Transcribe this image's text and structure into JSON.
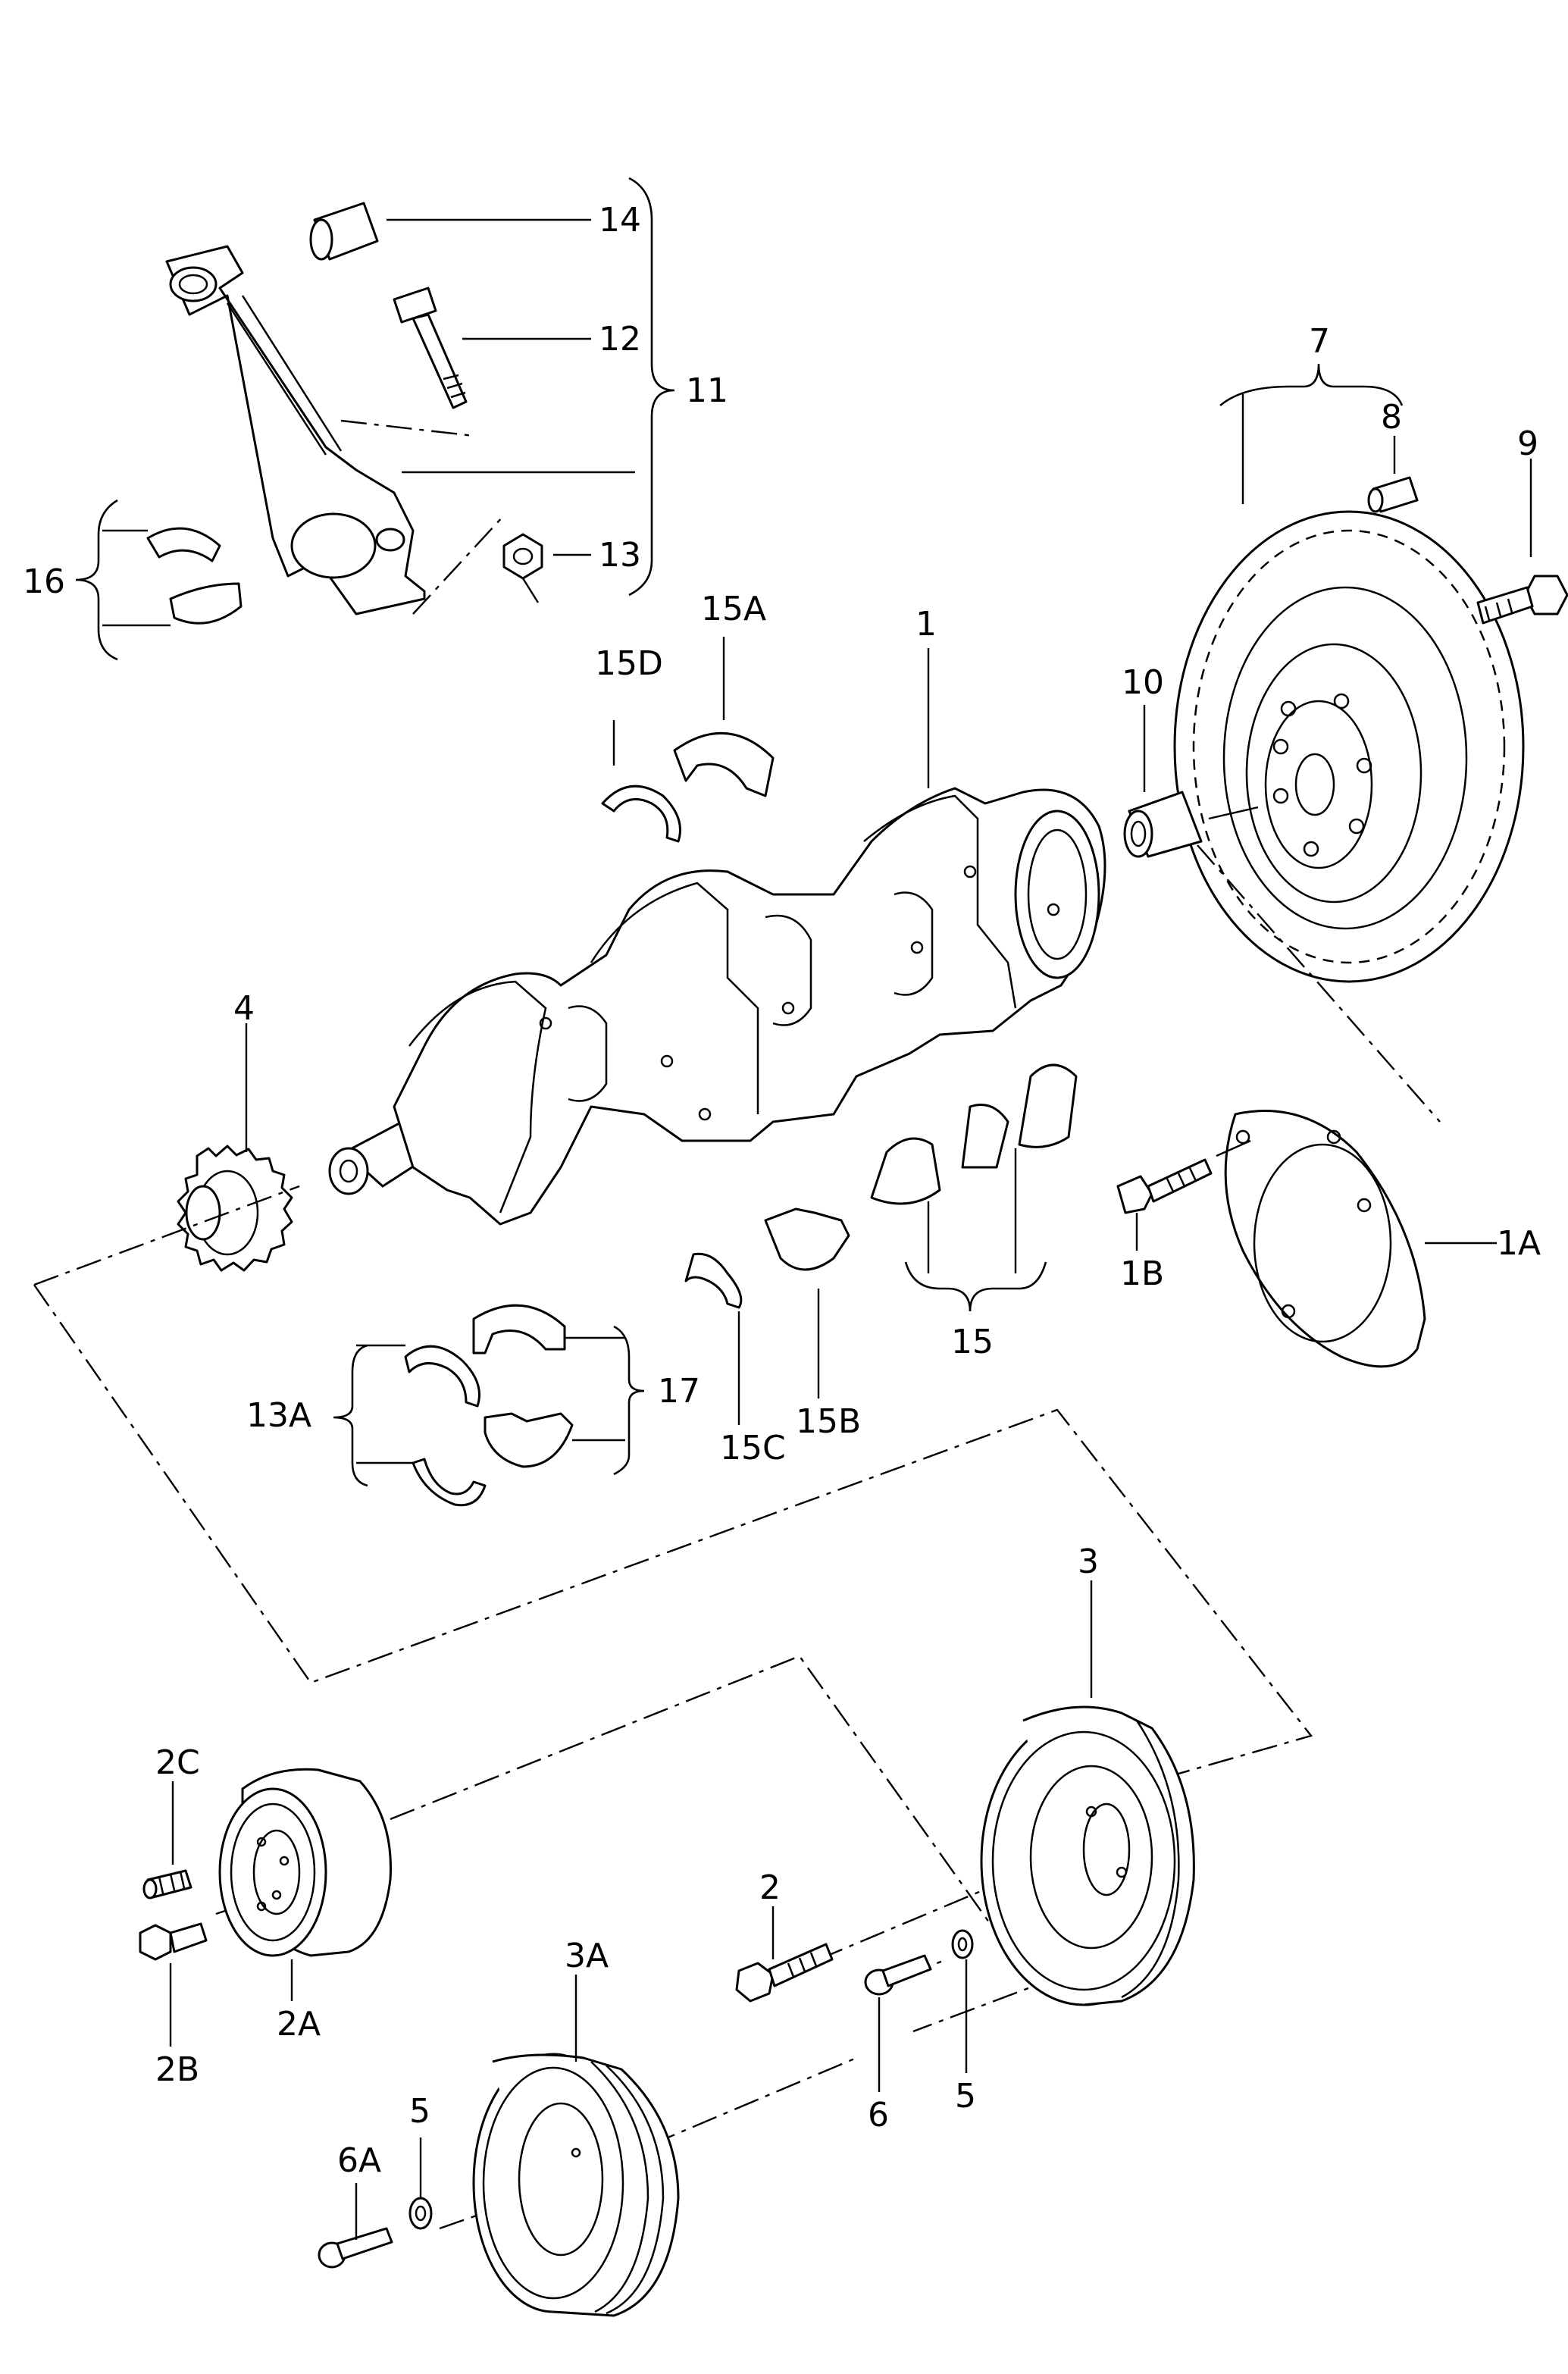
{
  "callouts": {
    "c14": "14",
    "c12": "12",
    "c11": "11",
    "c13": "13",
    "c16": "16",
    "c15D": "15D",
    "c15A": "15A",
    "c1": "1",
    "c7": "7",
    "c8": "8",
    "c9": "9",
    "c10": "10",
    "c4": "4",
    "c1A": "1A",
    "c1B": "1B",
    "c15": "15",
    "c15B": "15B",
    "c15C": "15C",
    "c13A": "13A",
    "c17": "17",
    "c3": "3",
    "c2C": "2C",
    "c2": "2",
    "c2A": "2A",
    "c2B": "2B",
    "c3A": "3A",
    "c5a": "5",
    "c5b": "5",
    "c6A": "6A",
    "c6": "6"
  }
}
